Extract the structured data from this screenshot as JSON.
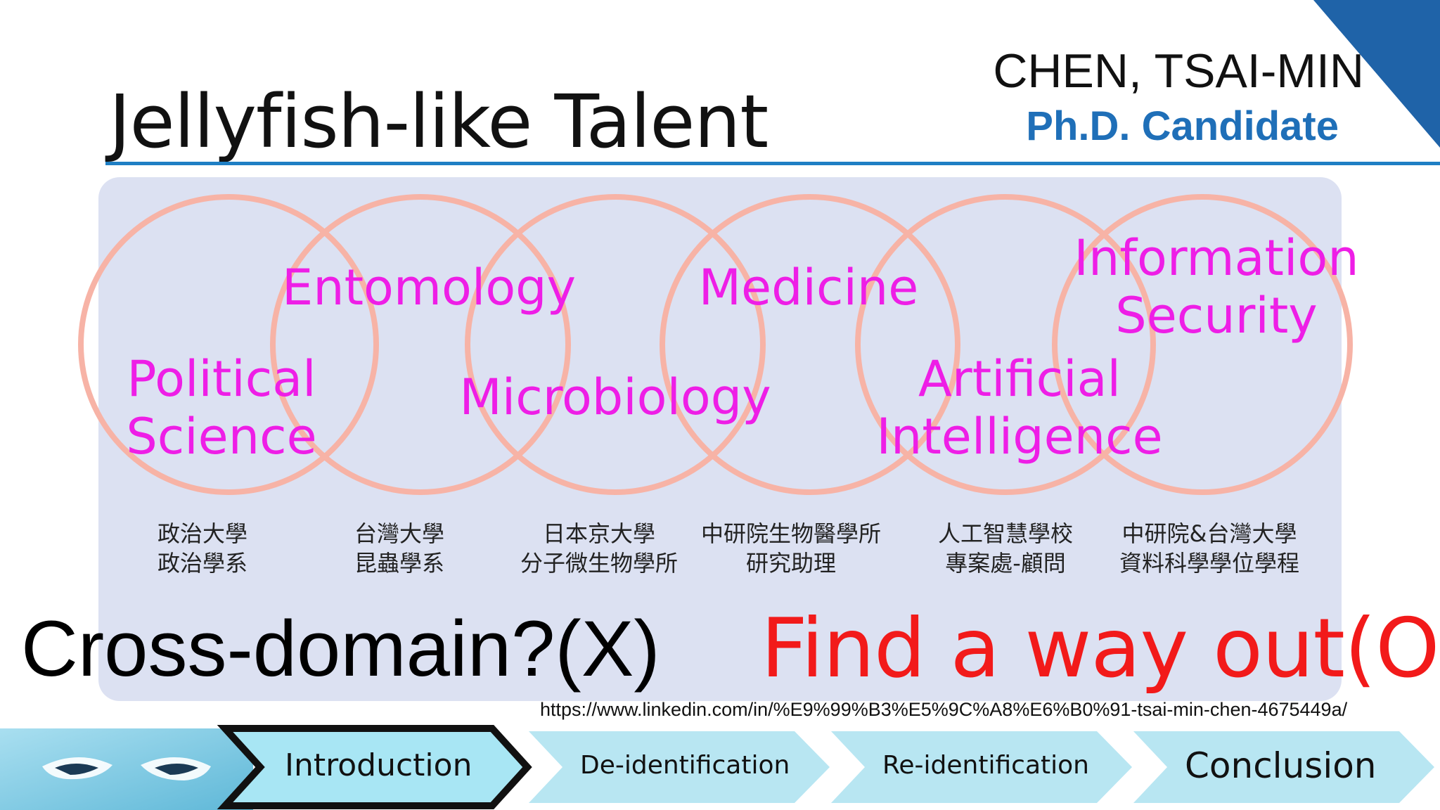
{
  "slide": {
    "title": "Jellyfish-like Talent",
    "author": "CHEN, TSAI-MIN",
    "role": "Ph.D. Candidate"
  },
  "colors": {
    "accent_blue": "#1f6fb8",
    "field_magenta": "#ee1ee6",
    "circle_pink": "#f7b3a6",
    "panel": "#d6dcf0",
    "highlight_red": "#f21a1a",
    "nav_light": "#b8e6f2"
  },
  "fields": [
    {
      "lines": [
        "Political",
        "Science"
      ]
    },
    {
      "lines": [
        "Entomology"
      ]
    },
    {
      "lines": [
        "Microbiology"
      ]
    },
    {
      "lines": [
        "Medicine"
      ]
    },
    {
      "lines": [
        "Artificial",
        "Intelligence"
      ]
    },
    {
      "lines": [
        "Information",
        "Security"
      ]
    }
  ],
  "institutions": [
    {
      "lines": [
        "政治大學",
        "政治學系"
      ]
    },
    {
      "lines": [
        "台灣大學",
        "昆蟲學系"
      ]
    },
    {
      "lines": [
        "日本京大學",
        "分子微生物學所"
      ]
    },
    {
      "lines": [
        "中研院生物醫學所",
        "研究助理"
      ]
    },
    {
      "lines": [
        "人工智慧學校",
        "專案處-顧問"
      ]
    },
    {
      "lines": [
        "中研院&台灣大學",
        "資料科學學位學程"
      ]
    }
  ],
  "statements": {
    "cross_domain": "Cross-domain?(X)",
    "find_way": "Find a way out(O)"
  },
  "url": "https://www.linkedin.com/in/%E9%99%B3%E5%9C%A8%E6%B0%91-tsai-min-chen-4675449a/",
  "nav": {
    "items": [
      {
        "label": "Introduction",
        "active": true
      },
      {
        "label": "De-identification",
        "active": false
      },
      {
        "label": "Re-identification",
        "active": false
      },
      {
        "label": "Conclusion",
        "active": false
      }
    ],
    "icon": "mask-icon"
  }
}
